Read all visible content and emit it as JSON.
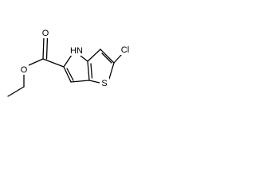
{
  "molecule": {
    "atoms": {
      "nh": "HN",
      "s": "S",
      "cl": "Cl",
      "o_carbonyl": "O",
      "o_ester": "O"
    },
    "colors": {
      "bond": "#000000",
      "label": "#000000",
      "background": "#ffffff"
    }
  }
}
